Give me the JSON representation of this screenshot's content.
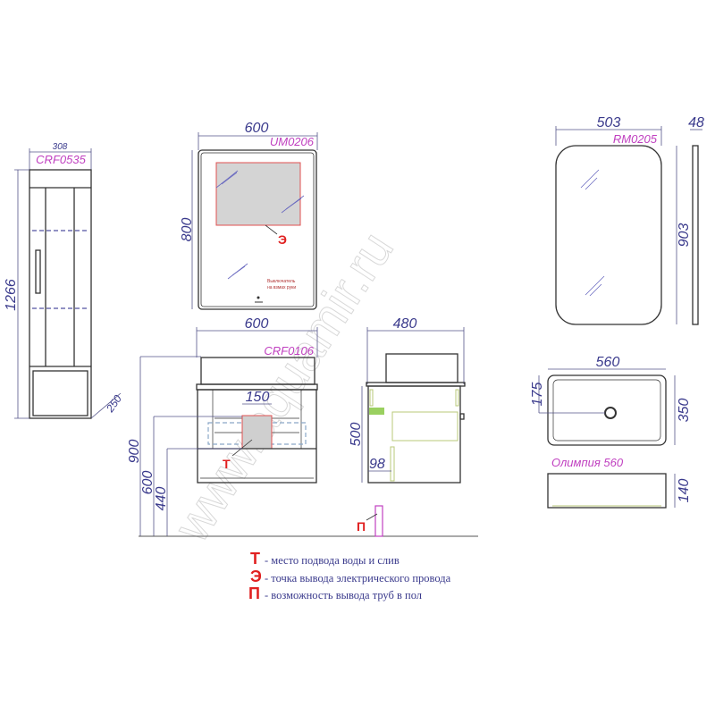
{
  "watermark": "www.aquamir.ru",
  "tall_cabinet": {
    "model": "CRF0535",
    "width": "308",
    "height": "1266",
    "depth": "250"
  },
  "mirror_led": {
    "model": "UM0206",
    "width": "600",
    "height": "800",
    "marker": "Э",
    "switch_note_1": "Выключатель",
    "switch_note_2": "на взмах руки"
  },
  "vanity_front": {
    "model": "CRF0106",
    "width": "600",
    "cutout": "150",
    "height_total": "900",
    "height_600": "600",
    "height_440": "440",
    "marker": "Т"
  },
  "vanity_side": {
    "depth": "480",
    "height": "500",
    "offset": "98"
  },
  "floor_pipe": {
    "marker": "П"
  },
  "mirror_round": {
    "model": "RM0205",
    "width": "503",
    "height": "903",
    "thickness": "48"
  },
  "basin": {
    "model": "Олимпия 560",
    "width": "560",
    "depth": "350",
    "drain_offset": "175",
    "height": "140"
  },
  "legend": [
    {
      "symbol": "Т",
      "text": "- место подвода воды и слив"
    },
    {
      "symbol": "Э",
      "text": "-  точка вывода электрического провода"
    },
    {
      "symbol": "П",
      "text": "- возможность вывода труб в пол"
    }
  ],
  "colors": {
    "dimension": "#3a3a8c",
    "model": "#c040c0",
    "marker": "#e02020"
  }
}
